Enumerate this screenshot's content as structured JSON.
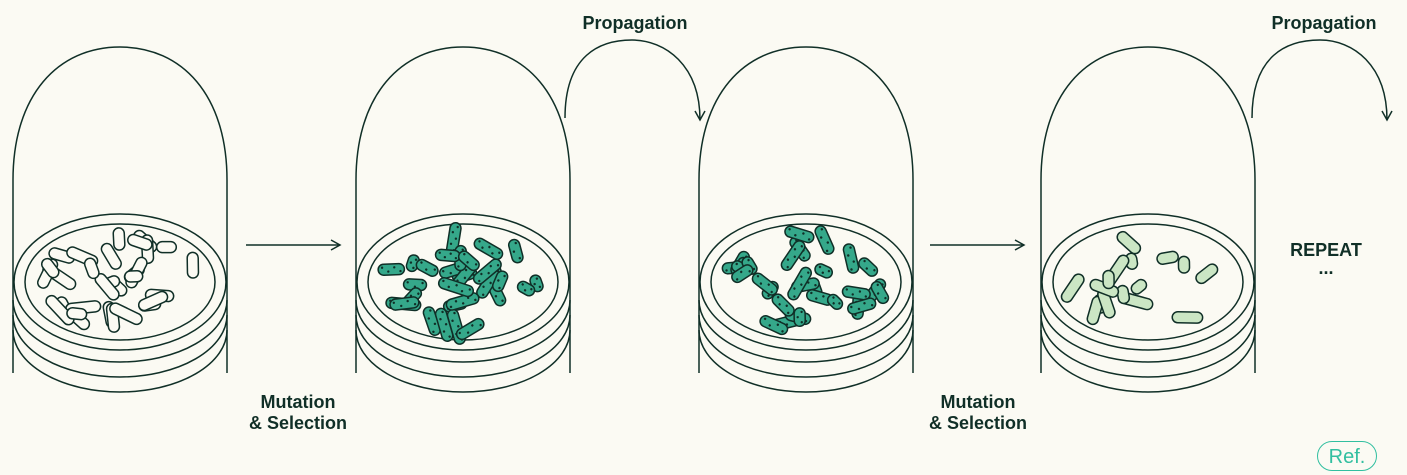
{
  "labels": {
    "mutation_selection_1": [
      "Mutation",
      "& Selection"
    ],
    "mutation_selection_2": [
      "Mutation",
      "& Selection"
    ],
    "propagation_1": "Propagation",
    "propagation_2": "Propagation",
    "repeat": "REPEAT",
    "repeat_dots": "...",
    "ref": "Ref."
  },
  "colors": {
    "background": "#FBFAF3",
    "ink": "#102F27",
    "colony_dark": "#35A88A",
    "colony_light": "#CBE6C4",
    "colony_empty": "#FBFAF3",
    "accent": "#32BFA0"
  },
  "dishes": [
    {
      "name": "dish-initial-population",
      "style": "empty"
    },
    {
      "name": "dish-selected-population",
      "style": "dark"
    },
    {
      "name": "dish-propagated-population",
      "style": "dark"
    },
    {
      "name": "dish-second-selection",
      "style": "light"
    }
  ]
}
